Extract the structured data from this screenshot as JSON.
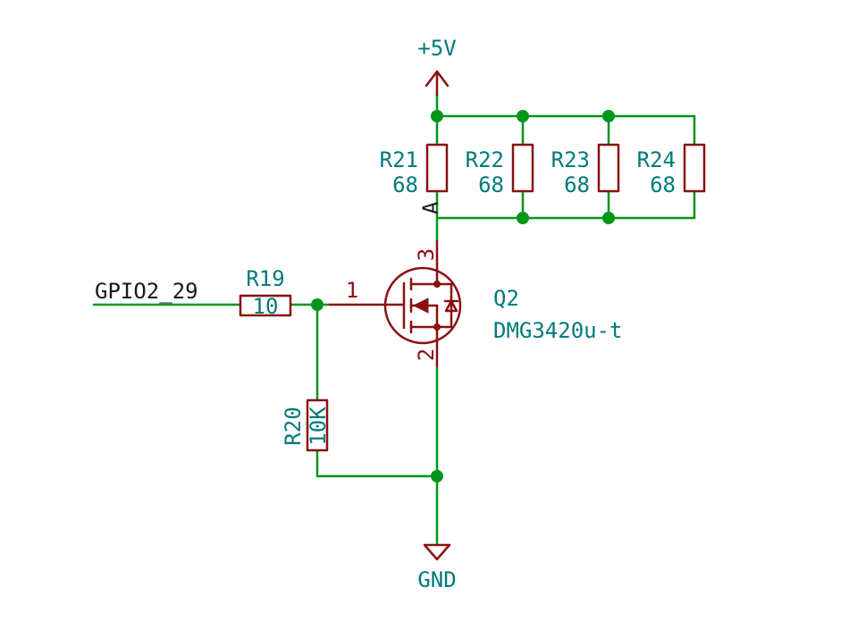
{
  "power": {
    "vcc_label": "+5V",
    "gnd_label": "GND"
  },
  "net": {
    "input_label": "GPIO2_29",
    "node_a_label": "A"
  },
  "resistors": {
    "r19": {
      "ref": "R19",
      "value": "10"
    },
    "r20": {
      "ref": "R20",
      "value": "10K"
    },
    "r21": {
      "ref": "R21",
      "value": "68"
    },
    "r22": {
      "ref": "R22",
      "value": "68"
    },
    "r23": {
      "ref": "R23",
      "value": "68"
    },
    "r24": {
      "ref": "R24",
      "value": "68"
    }
  },
  "mosfet": {
    "ref": "Q2",
    "part": "DMG3420u-t",
    "pin_gate": "1",
    "pin_source": "2",
    "pin_drain": "3"
  },
  "colors": {
    "wire": "#00961a",
    "component": "#8a1010",
    "label": "#007a7a"
  }
}
